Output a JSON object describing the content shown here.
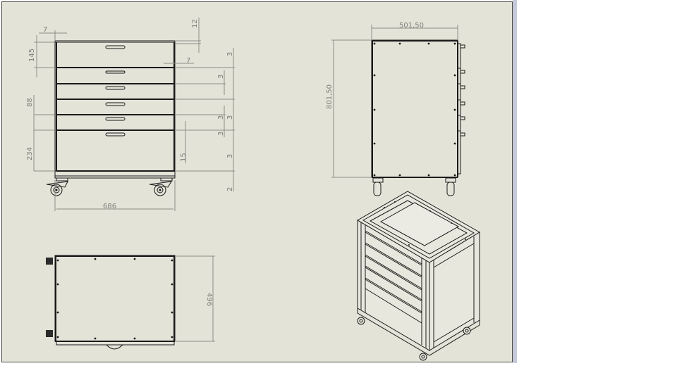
{
  "drawing": {
    "sheet_background": "#e4e3d8",
    "line_color": "#1a1a1a",
    "dimension_color": "#7e7e7a",
    "views": {
      "front": {
        "dims": {
          "top_left_offset": "7",
          "top_overhang": "12",
          "right_offset": "7",
          "top_drawer_height": "145",
          "mid_drawer_height": "88",
          "bottom_drawer_height": "234",
          "overall_width": "686",
          "handle_offset": "15",
          "gap_1": "3",
          "gap_2": "3",
          "gap_3": "3",
          "gap_4": "3",
          "gap_5": "3",
          "gap_6": "3",
          "bottom_gap": "2"
        }
      },
      "side": {
        "dims": {
          "depth": "501,50",
          "height": "801,50"
        }
      },
      "top": {
        "dims": {
          "depth": "496"
        }
      },
      "isometric": {
        "drawer_count": 6
      }
    }
  }
}
